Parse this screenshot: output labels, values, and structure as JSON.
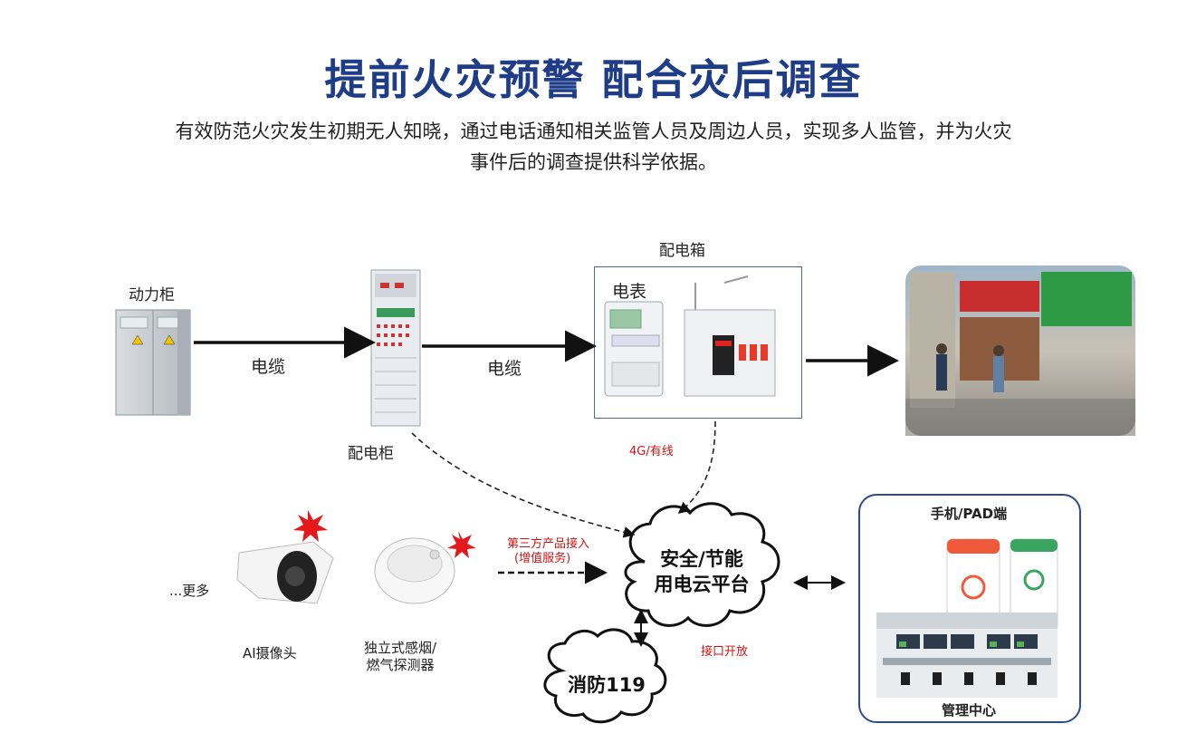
{
  "title": "提前火灾预警  配合灾后调查",
  "subtitle": {
    "line1": "有效防范火灾发生初期无人知晓，通过电话通知相关监管人员及周边人员，实现多人监管，并为火灾",
    "line2": "事件后的调查提供科学依据。"
  },
  "nodes": {
    "power_cabinet": "动力柜",
    "distribution_cabinet": "配电柜",
    "distribution_box": "配电箱",
    "meter": "电表",
    "ai_camera": "AI摄像头",
    "smoke_detector_line1": "独立式感烟/",
    "smoke_detector_line2": "燃气探测器",
    "more": "...更多",
    "platform_line1": "安全/节能",
    "platform_line2": "用电云平台",
    "fire119": "消防119",
    "mobile_pad": "手机/PAD端",
    "mgmt_center": "管理中心"
  },
  "edges": {
    "cable1": "电缆",
    "cable2": "电缆",
    "network": "4G/有线",
    "third_party_line1": "第三方产品接入",
    "third_party_line2": "(增值服务)",
    "open_interface": "接口开放"
  },
  "colors": {
    "title": "#1f3d86",
    "accent_red": "#d21414",
    "box_border": "#2c4d86"
  }
}
